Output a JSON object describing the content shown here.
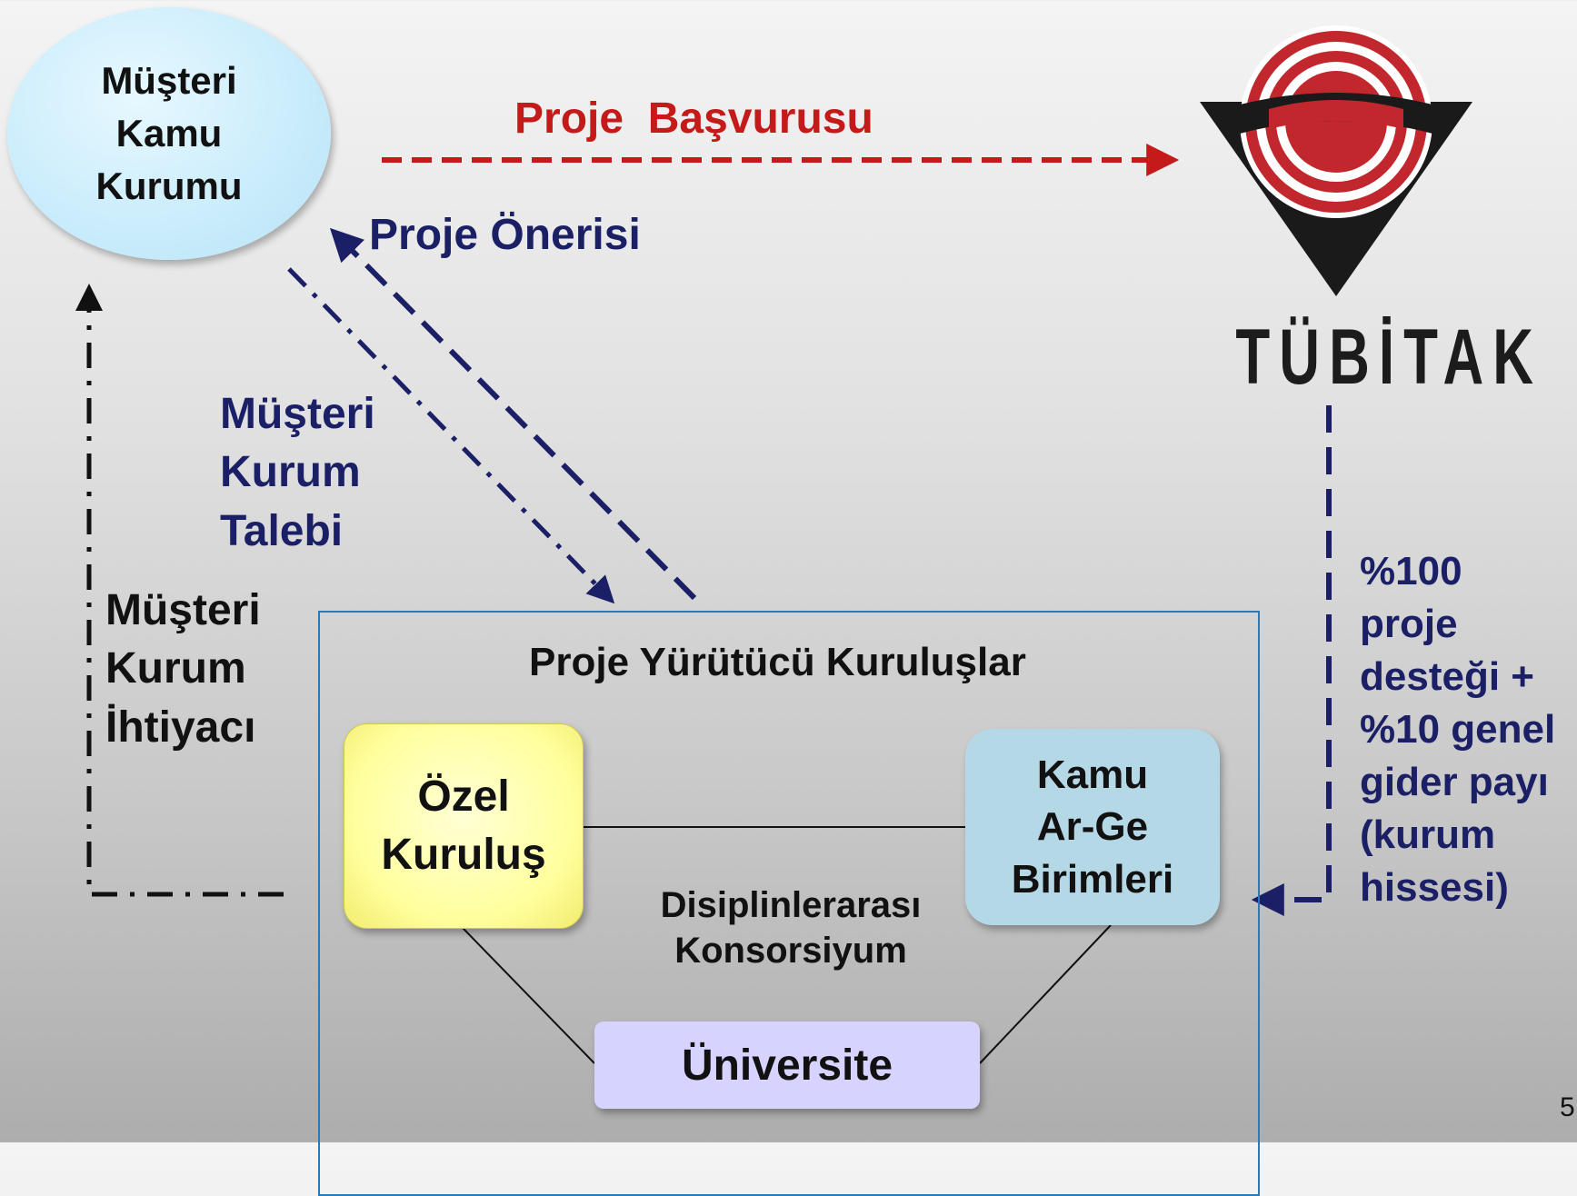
{
  "nodes": {
    "client": "Müşteri\nKamu\nKurumu",
    "private": "Özel\nKuruluş",
    "public_rnd": "Kamu\nAr-Ge\nBirimleri",
    "university": "Üniversite"
  },
  "labels": {
    "application": "Proje  Başvurusu",
    "proposal": "Proje Önerisi",
    "client_request": "Müşteri\nKurum\nTalebi",
    "client_need": "Müşteri\nKurum\nİhtiyacı",
    "consortium_title": "Proje Yürütücü Kuruluşlar",
    "consortium_type": "Disiplinlerarası\nKonsorsiyum",
    "funding": "%100\nproje\ndesteği +\n%10 genel\ngider payı\n(kurum\nhissesi)"
  },
  "logo": {
    "text": "TÜBİTAK",
    "colors": {
      "circle": "#c1272d",
      "triangle": "#1a1a1a"
    }
  },
  "page_number": "5",
  "colors": {
    "navy": "#1a1f66",
    "red": "#c41a1a",
    "frame": "#2a7ab8",
    "private_fill": "#ffff9e",
    "public_rnd_fill": "#b5d8e6",
    "university_fill": "#d6d3ff",
    "client_fill": "#c9ecfb"
  }
}
